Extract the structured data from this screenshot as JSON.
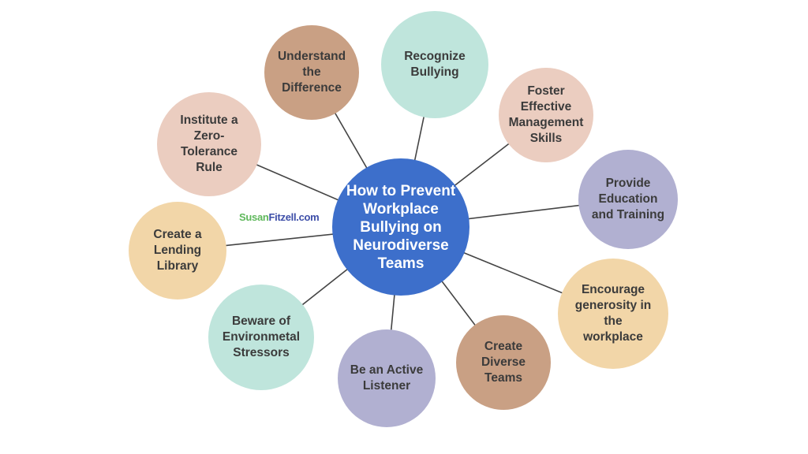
{
  "center": {
    "lines": [
      "How to Prevent",
      "Workplace",
      "Bullying on",
      "Neurodiverse",
      "Teams"
    ],
    "color": "#3d6fcb"
  },
  "logo": {
    "part1": "Susan",
    "part2": "Fitzell.com"
  },
  "nodes": [
    {
      "lines": [
        "Understand",
        "the",
        "Difference"
      ],
      "color": "#c9a084"
    },
    {
      "lines": [
        "Recognize",
        "Bullying"
      ],
      "color": "#bfe5dc"
    },
    {
      "lines": [
        "Foster",
        "Effective",
        "Management",
        "Skills"
      ],
      "color": "#ebcdc0"
    },
    {
      "lines": [
        "Provide",
        "Education",
        "and Training"
      ],
      "color": "#b1b0d1"
    },
    {
      "lines": [
        "Encourage",
        "generosity in",
        "the",
        "workplace"
      ],
      "color": "#f2d6a8"
    },
    {
      "lines": [
        "Create",
        "Diverse",
        "Teams"
      ],
      "color": "#c9a084"
    },
    {
      "lines": [
        "Be an Active",
        "Listener"
      ],
      "color": "#b1b0d1"
    },
    {
      "lines": [
        "Beware of",
        "Environmetal",
        "Stressors"
      ],
      "color": "#bfe5dc"
    },
    {
      "lines": [
        "Create a",
        "Lending",
        "Library"
      ],
      "color": "#f2d6a8"
    },
    {
      "lines": [
        "Institute a",
        "Zero-",
        "Tolerance",
        "Rule"
      ],
      "color": "#ebcdc0"
    }
  ]
}
